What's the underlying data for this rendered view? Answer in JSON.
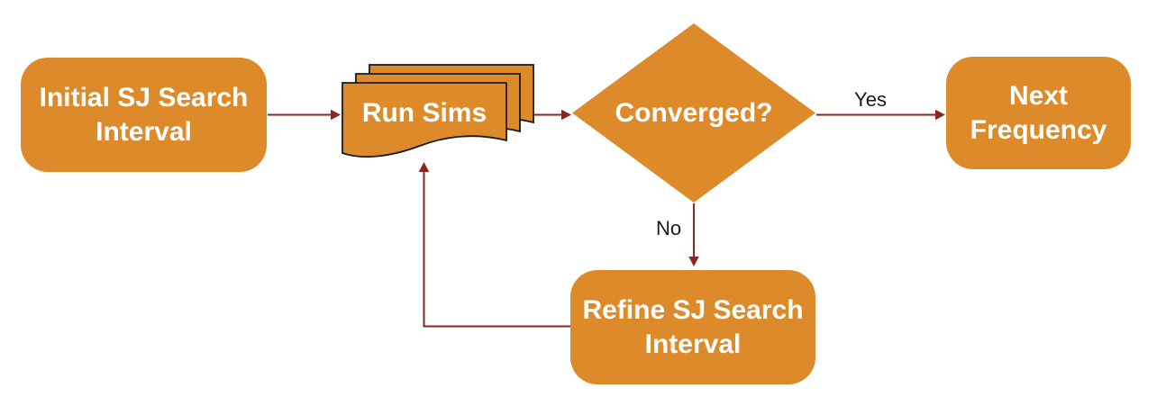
{
  "diagram": {
    "type": "flowchart",
    "colors": {
      "node_fill": "#DD8A2B",
      "node_text": "#FFFFFF",
      "arrow": "#8B2522",
      "edge_label_text": "#1A1A1A",
      "document_border": "#1A1A1A",
      "background": "#FFFFFF"
    },
    "nodes": [
      {
        "id": "initial",
        "label": "Initial SJ Search Interval",
        "shape": "rounded-rectangle"
      },
      {
        "id": "run-sims",
        "label": "Run Sims",
        "shape": "multi-document"
      },
      {
        "id": "converged",
        "label": "Converged?",
        "shape": "decision-diamond"
      },
      {
        "id": "next-frequency",
        "label": "Next Frequency",
        "shape": "rounded-rectangle"
      },
      {
        "id": "refine",
        "label": "Refine SJ Search Interval",
        "shape": "rounded-rectangle"
      }
    ],
    "edges": [
      {
        "from": "initial",
        "to": "run-sims",
        "label": ""
      },
      {
        "from": "run-sims",
        "to": "converged",
        "label": ""
      },
      {
        "from": "converged",
        "to": "next-frequency",
        "label": "Yes"
      },
      {
        "from": "converged",
        "to": "refine",
        "label": "No"
      },
      {
        "from": "refine",
        "to": "run-sims",
        "label": ""
      }
    ]
  }
}
